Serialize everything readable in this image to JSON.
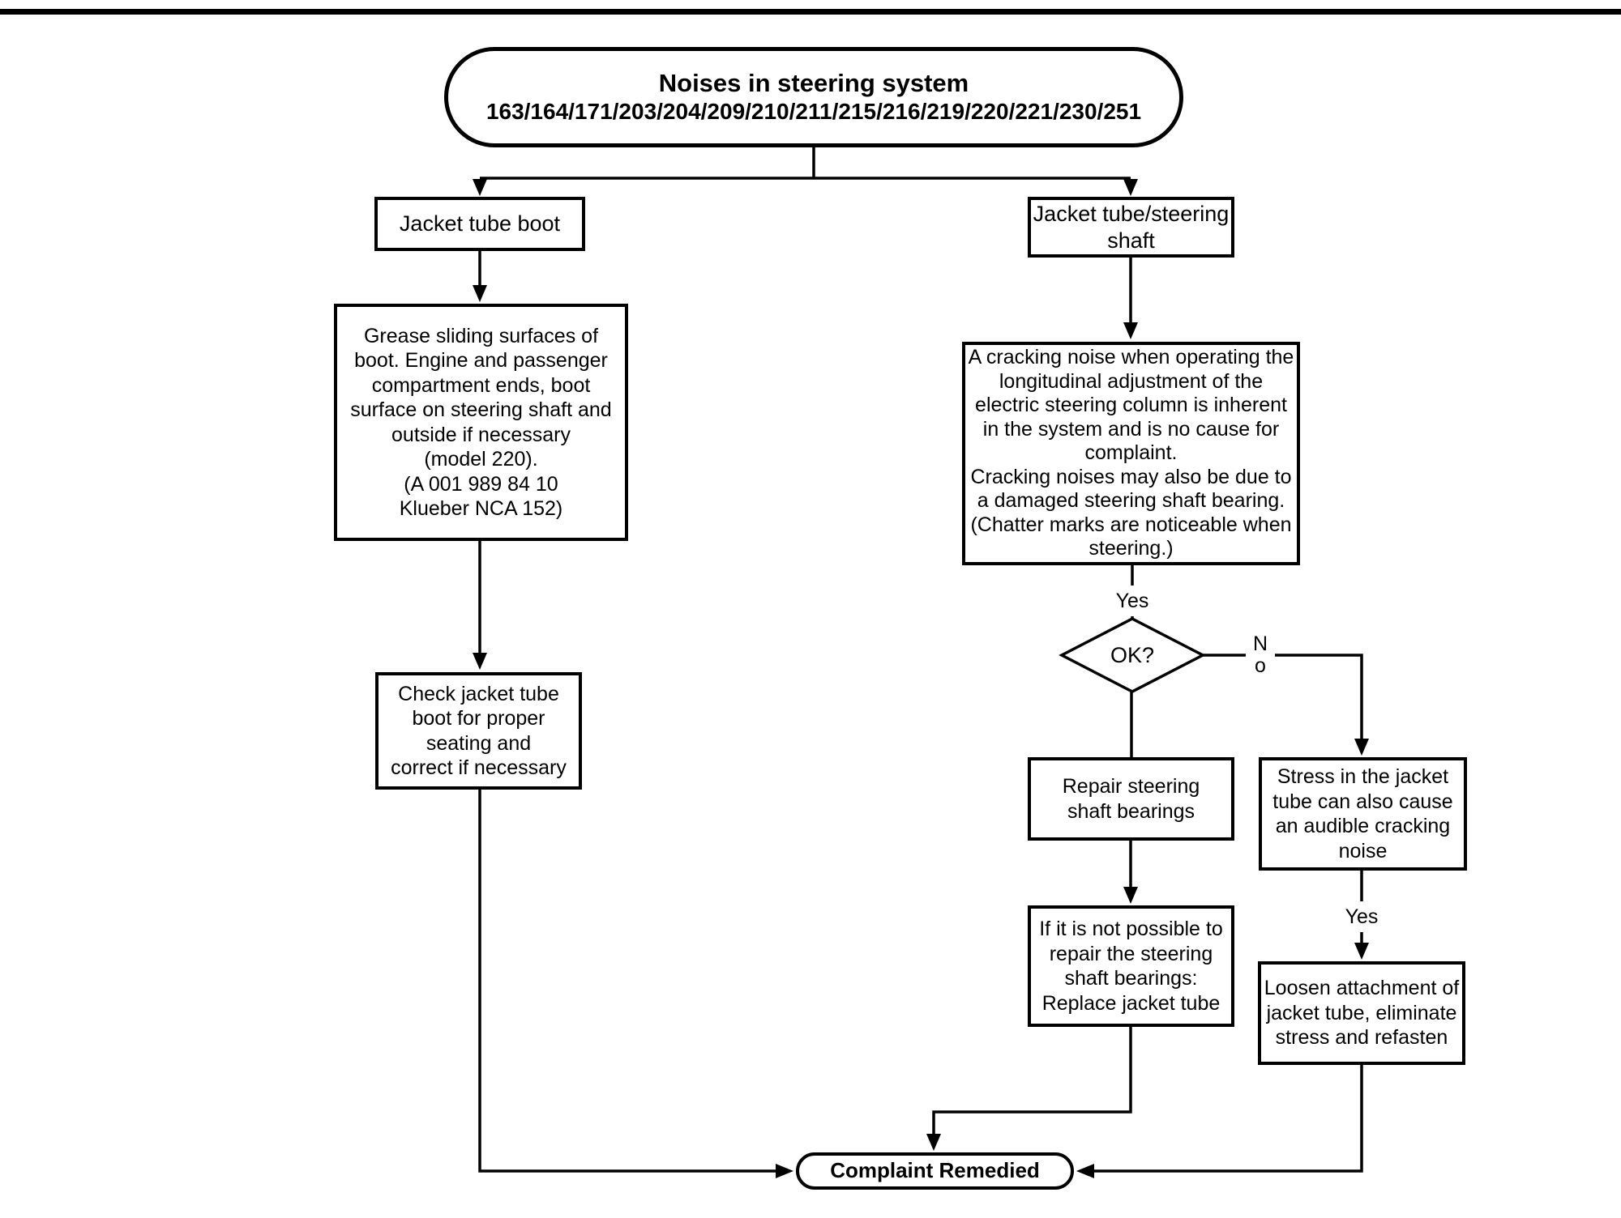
{
  "colors": {
    "ink": "#000000",
    "paper": "#ffffff"
  },
  "title": {
    "line1": "Noises in steering system",
    "line2": "163/164/171/203/204/209/210/211/215/216/219/220/221/230/251"
  },
  "nodes": {
    "jacket_tube_boot": "Jacket tube boot",
    "jacket_tube_steering_shaft": "Jacket tube/steering\nshaft",
    "grease_instructions": "Grease sliding surfaces of\nboot. Engine and passenger\ncompartment ends, boot\nsurface on steering shaft and\noutside if necessary\n(model 220).\n(A 001 989 84 10\nKlueber NCA 152)",
    "cracking_note": "A cracking noise when operating the\nlongitudinal adjustment of the\nelectric steering column is inherent\nin the system and is no cause for\ncomplaint.\nCracking noises may also be due to\na damaged steering shaft bearing.\n(Chatter marks are noticeable when\nsteering.)",
    "check_boot": "Check jacket tube\nboot for proper\nseating and\ncorrect if necessary",
    "decision_ok": "OK?",
    "repair_bearings": "Repair steering\nshaft bearings",
    "replace_jacket_tube": "If it is not possible to\nrepair the steering\nshaft bearings:\nReplace jacket tube",
    "stress_note": "Stress in the jacket\ntube can also cause\nan audible cracking\nnoise",
    "loosen_attachment": "Loosen attachment of\njacket tube, eliminate\nstress and refasten",
    "complaint_remedied": "Complaint Remedied"
  },
  "edge_labels": {
    "yes_top": "Yes",
    "no_letter1": "N",
    "no_letter2": "o",
    "yes_right": "Yes"
  }
}
